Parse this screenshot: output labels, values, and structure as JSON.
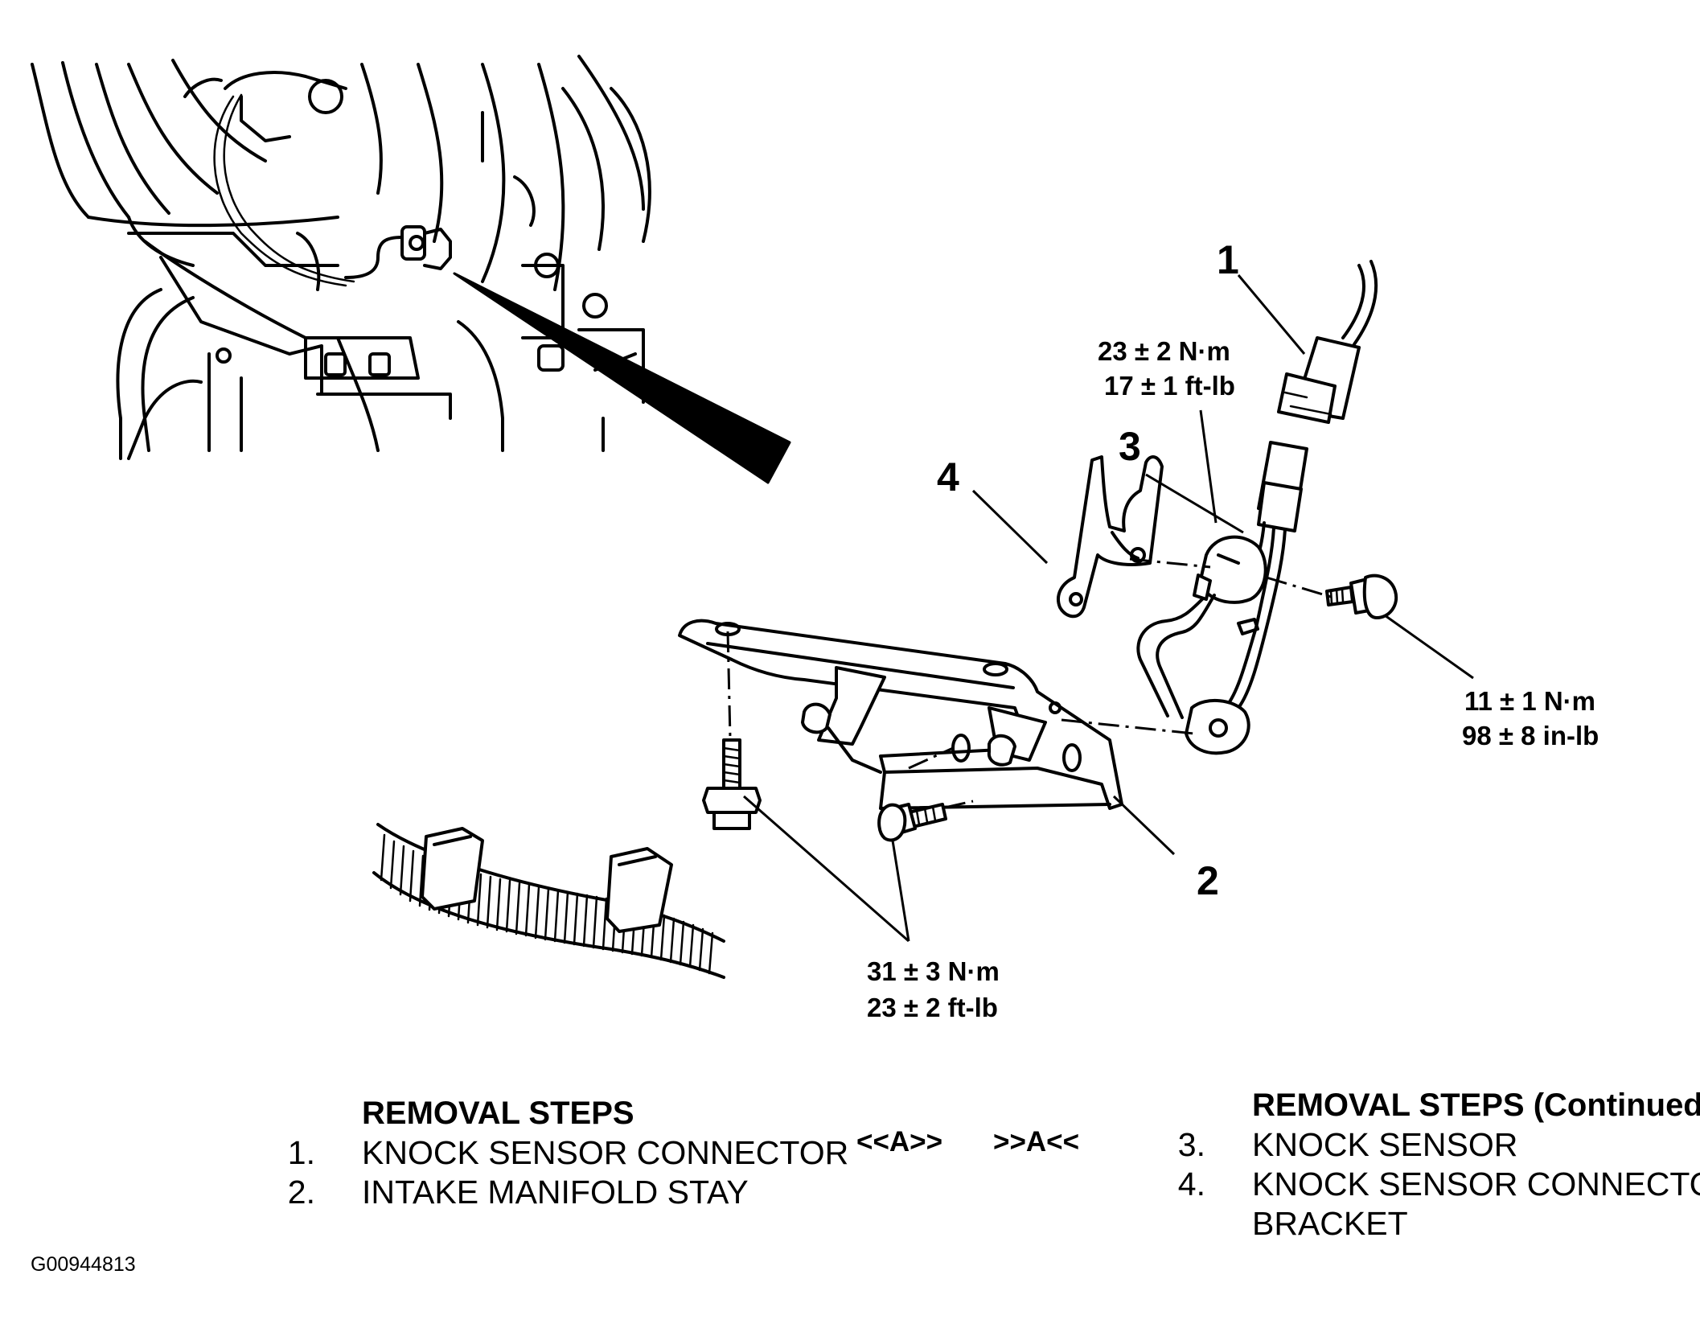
{
  "callouts": {
    "c1": "1",
    "c2": "2",
    "c3": "3",
    "c4": "4"
  },
  "torques": {
    "sensor": {
      "nm": "23 ± 2 N·m",
      "imperial": "17 ± 1 ft-lb"
    },
    "bracket_bolt": {
      "nm": "11 ± 1 N·m",
      "imperial": "98 ± 8 in-lb"
    },
    "stay_bolts": {
      "nm": "31 ± 3 N·m",
      "imperial": "23 ± 2 ft-lb"
    }
  },
  "removal_steps": {
    "heading": "REMOVAL STEPS",
    "items": [
      {
        "num": "1.",
        "label": "KNOCK SENSOR CONNECTOR"
      },
      {
        "num": "2.",
        "label": "INTAKE MANIFOLD STAY"
      }
    ]
  },
  "removal_steps_continued": {
    "heading": "REMOVAL STEPS (Continued)",
    "items": [
      {
        "num": "3.",
        "label": "KNOCK SENSOR"
      },
      {
        "num": "4.",
        "label": "KNOCK SENSOR CONNECTOR",
        "label_line2": "BRACKET"
      }
    ]
  },
  "markers": {
    "a": "<<A>>",
    "b": ">>A<<"
  },
  "figure_code": "G00944813"
}
